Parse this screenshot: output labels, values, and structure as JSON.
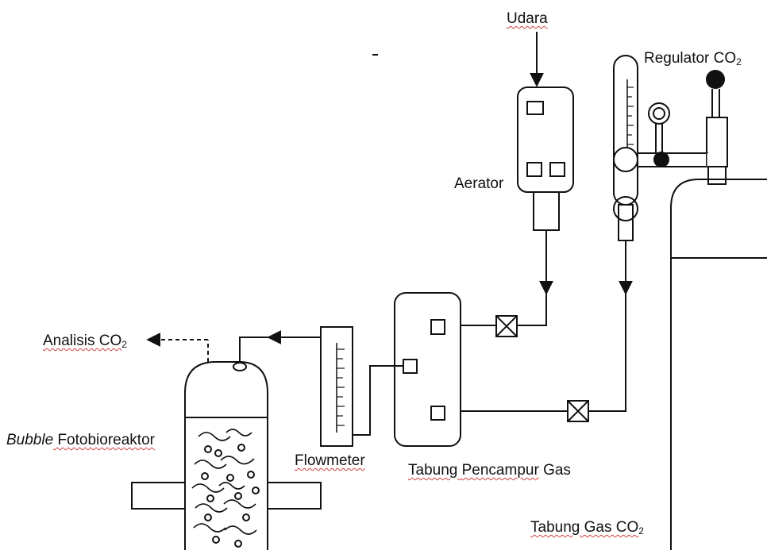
{
  "labels": {
    "udara": "Udara",
    "aerator": "Aerator",
    "regulator": "Regulator CO",
    "regulator_sub": "2",
    "analisis": "Analisis CO",
    "analisis_sub": "2",
    "bubble": "Bubble",
    "fotobioreaktor": " Fotobioreaktor",
    "flowmeter": "Flowmeter",
    "tabung_pencampur_1": "Tabung ",
    "tabung_pencampur_2": "Pencampur",
    "tabung_pencampur_3": " Gas",
    "tabung_gas": "Tabung Gas CO",
    "tabung_gas_sub": "2"
  },
  "colors": {
    "line": "#111111",
    "spellcheck_underline": "#d04040"
  }
}
